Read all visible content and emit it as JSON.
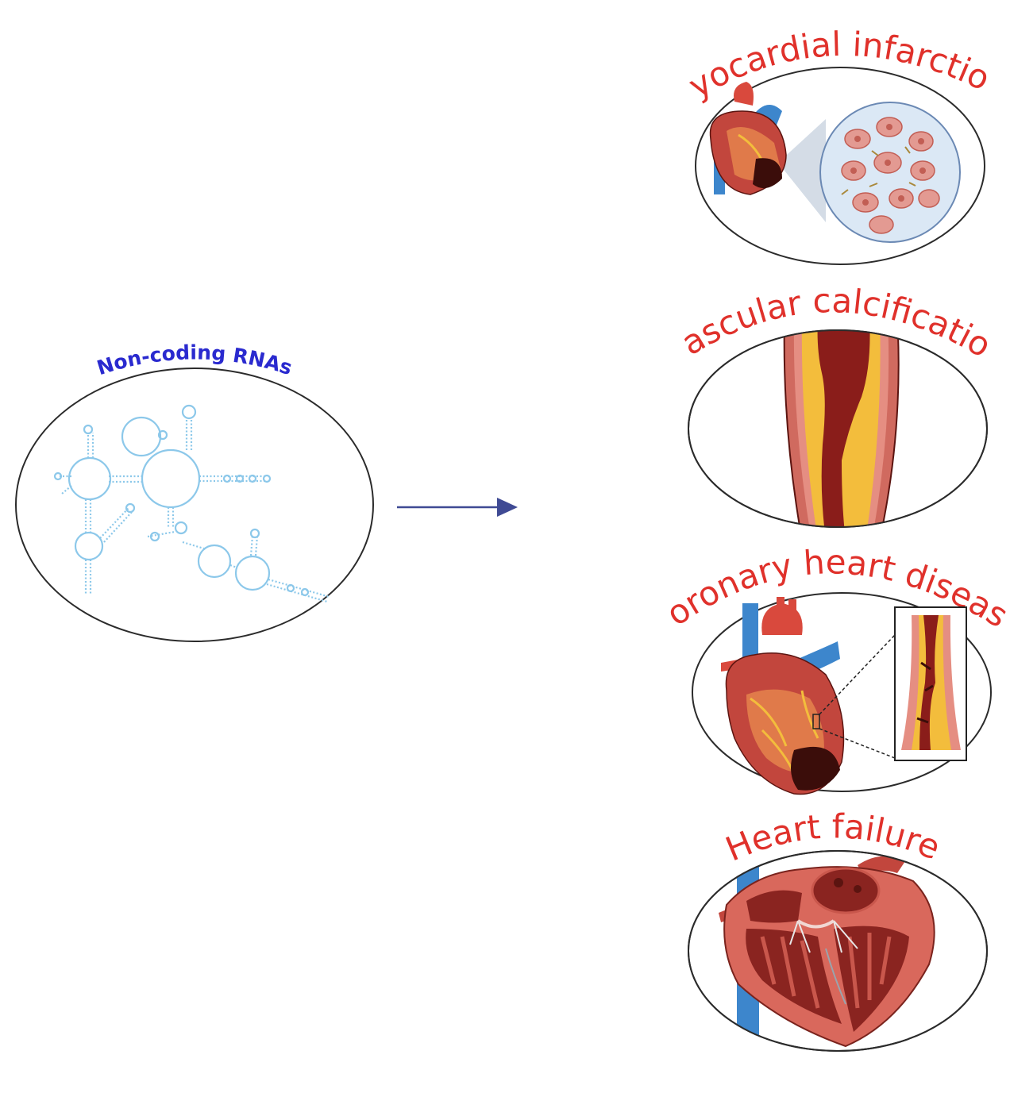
{
  "source": {
    "label": "Non-coding RNAs",
    "label_color": "#2a2acf",
    "icon": "rna-secondary-structure-icon",
    "structure_color": "#8cc8ea"
  },
  "arrow": {
    "color": "#3f4a94",
    "icon": "right-arrow-icon"
  },
  "diseases": [
    {
      "label": "Myocardial infarction",
      "icon": "infarcted-heart-with-tissue-inset-icon"
    },
    {
      "label": "Vascular calcification",
      "icon": "calcified-artery-icon"
    },
    {
      "label": "Coronary heart disease",
      "icon": "heart-with-coronary-plaque-inset-icon"
    },
    {
      "label": "Heart failure",
      "icon": "heart-cross-section-icon"
    }
  ],
  "colors": {
    "disease_label": "#e0312b",
    "outline": "#2b2b2b",
    "vessel_wall": "#c9574c",
    "plaque": "#f3bd3c",
    "lumen": "#8a1d1a",
    "vein_blue": "#3d86cc"
  }
}
